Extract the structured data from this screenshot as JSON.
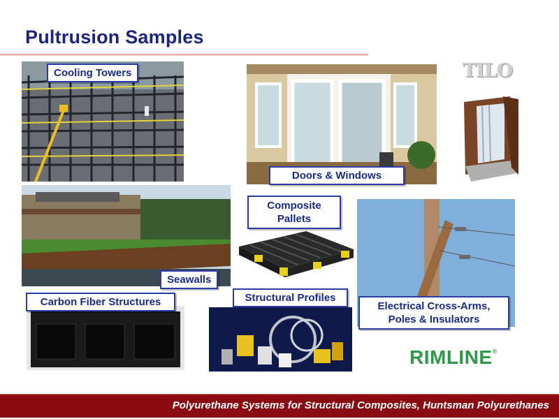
{
  "slide": {
    "title": "Pultrusion Samples",
    "footer": "Polyurethane Systems for Structural Composites, Huntsman Polyurethanes"
  },
  "labels": {
    "cooling_towers": "Cooling Towers",
    "doors_windows": "Doors & Windows",
    "composite_pallets_line1": "Composite",
    "composite_pallets_line2": "Pallets",
    "seawalls": "Seawalls",
    "carbon_fiber": "Carbon Fiber Structures",
    "structural_profiles": "Structural Profiles",
    "electrical_line1": "Electrical Cross-Arms,",
    "electrical_line2": "Poles & Insulators"
  },
  "logos": {
    "tilo": "TILO",
    "rimline": "RIMLINE",
    "rimline_mark": "®"
  },
  "colors": {
    "title": "#1a2580",
    "label_border": "#2a3aa8",
    "footer_bg": "#8b0b12",
    "rimline_green": "#2e9a48"
  }
}
